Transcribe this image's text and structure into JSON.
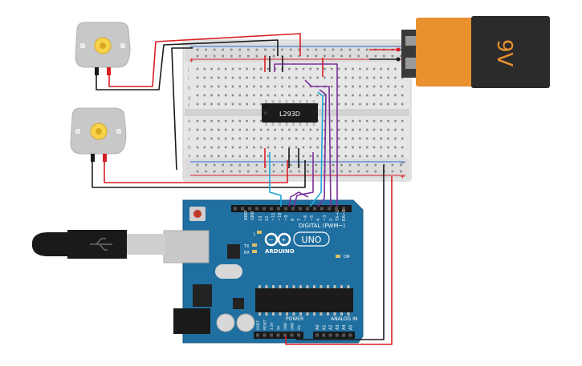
{
  "battery": {
    "label": "9V"
  },
  "chip": {
    "label": "L293D"
  },
  "arduino": {
    "brand": "ARDUINO",
    "model": "UNO",
    "digital_label": "DIGITAL (PWM~)",
    "power_label": "POWER",
    "analog_label": "ANALOG IN",
    "on_label": "ON",
    "tx_label": "TX",
    "rx_label": "RX",
    "l_label": "L",
    "aref_label": "AREF",
    "gnd_label": "GND",
    "digital_pins": [
      "13",
      "12",
      "~11",
      "~10",
      "~9",
      "8",
      "7",
      "~6",
      "~5",
      "4",
      "~3",
      "2",
      "TX→1",
      "RX←0"
    ],
    "power_pins": [
      "IOREF",
      "RESET",
      "3.3V",
      "5V",
      "GND",
      "GND",
      "Vin"
    ],
    "analog_pins": [
      "A0",
      "A1",
      "A2",
      "A3",
      "A4",
      "A5"
    ]
  },
  "breadboard": {
    "row_letters_top": [
      "j",
      "i",
      "h",
      "g",
      "f"
    ],
    "row_letters_bottom": [
      "e",
      "d",
      "c",
      "b",
      "a"
    ],
    "plus": "+",
    "minus": "−"
  },
  "colors": {
    "wire_red": "#d81f26",
    "wire_black": "#1a1a1a",
    "wire_purple": "#7a2f9a",
    "wire_cyan": "#1ea7d6",
    "board_blue": "#1f6fa0",
    "battery_orange": "#e8912e"
  }
}
